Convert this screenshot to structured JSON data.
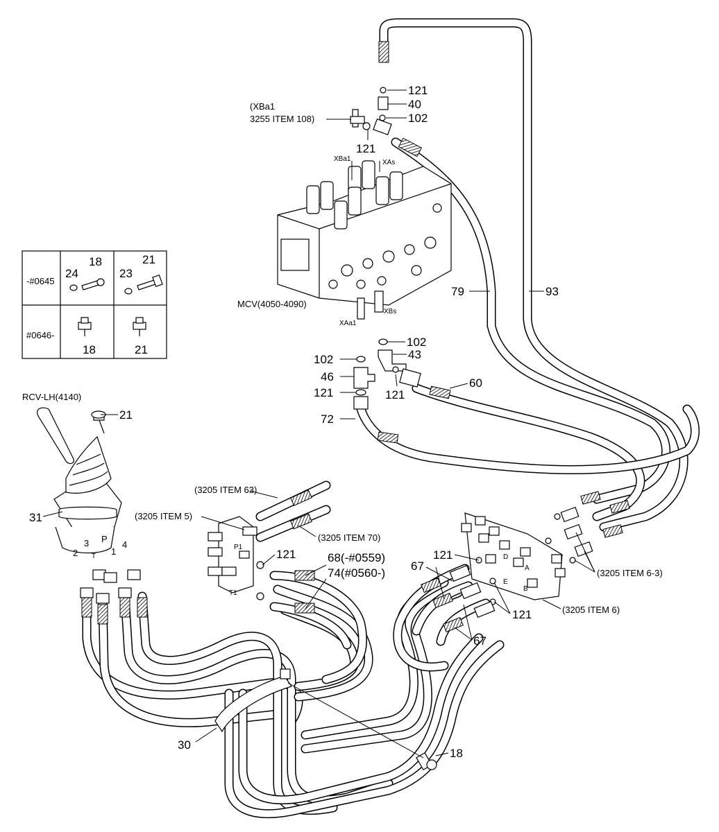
{
  "callouts": {
    "c121_top": "121",
    "c40": "40",
    "c102_top": "102",
    "xba1_note_line1": "(XBa1",
    "xba1_note_line2": "3255 ITEM 108)",
    "c121_mid": "121",
    "port_xba1": "XBa1",
    "port_xas": "XAs",
    "mcv": "MCV(4050-4090)",
    "port_xaa1": "XAa1",
    "port_xbs": "XBs",
    "c79": "79",
    "c93": "93",
    "c102_right": "102",
    "c102_left": "102",
    "c43": "43",
    "c46": "46",
    "c121_l": "121",
    "c121_r": "121",
    "c60": "60",
    "c72": "72",
    "rcv": "RCV-LH(4140)",
    "c21_rcv": "21",
    "c31": "31",
    "item63": "(3205 ITEM 63)",
    "item5": "(3205 ITEM 5)",
    "item70": "(3205 ITEM 70)",
    "port_p1": "P1",
    "port_t1": "T1",
    "c121_block": "121",
    "c68": "68(-#0559)",
    "c74": "74(#0560-)",
    "c67_top": "67",
    "c121_valve": "121",
    "item6_3": "(3205 ITEM 6-3)",
    "c121_low": "121",
    "item6": "(3205 ITEM 6)",
    "c67_low": "67",
    "hose_2": "2",
    "hose_3": "3",
    "hose_t": "T",
    "hose_p": "P",
    "hose_1": "1",
    "hose_4": "4",
    "c30": "30",
    "c18_clamp": "18",
    "port_d": "D",
    "port_a": "A",
    "port_e": "E",
    "port_b": "B"
  },
  "serial_table": {
    "row1_label": "-#0645",
    "row2_label": "#0646-",
    "r1_c1_a": "18",
    "r1_c1_b": "24",
    "r1_c2_a": "21",
    "r1_c2_b": "23",
    "r2_c1": "18",
    "r2_c2": "21"
  }
}
